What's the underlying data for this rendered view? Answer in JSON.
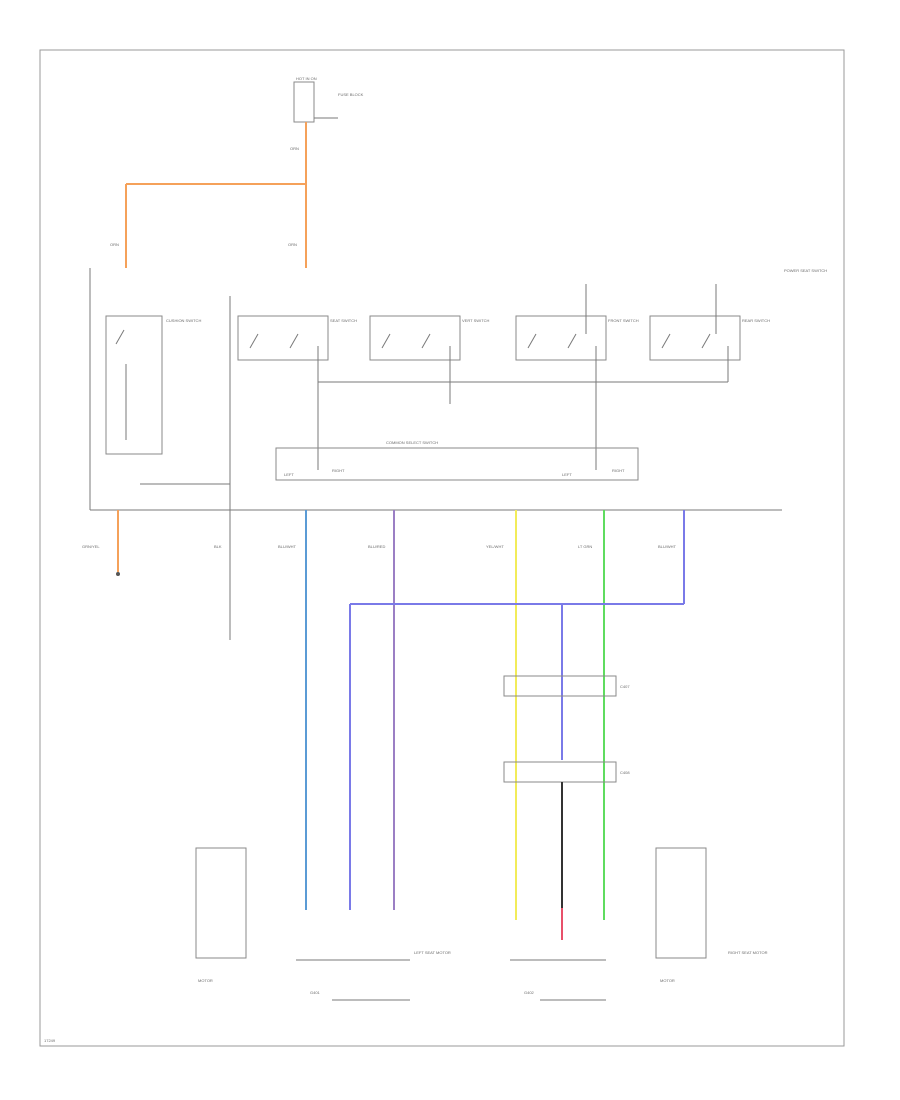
{
  "colors": {
    "orange": "#f5a15a",
    "blue": "#5b9bd5",
    "purple": "#9b7fc4",
    "yellow": "#f2ec5a",
    "green": "#5fdc5f",
    "periwinkle": "#7a7ae8",
    "black": "#333333",
    "pink": "#e8506a",
    "frame": "#9a9a9a"
  },
  "labels": {
    "fuse": "HOT IN ON",
    "fuse_block": "FUSE BLOCK",
    "wire_orn": "ORN",
    "power_seat_switch": "POWER SEAT SWITCH",
    "common_select": "COMMON SELECT SWITCH",
    "switch_1": "CUSHION SWITCH",
    "switch_2": "SEAT SWITCH",
    "switch_3": "VERT SWITCH",
    "switch_4": "FRONT SWITCH",
    "switch_5": "REAR SWITCH",
    "left": "LEFT",
    "right": "RIGHT",
    "wire_a": "GRN/YEL",
    "wire_b": "BLK",
    "wire_c": "BLU/WHT",
    "wire_d": "BLU/RED",
    "wire_e": "YEL/WHT",
    "wire_f": "LT GRN",
    "wire_g": "BLU/WHT",
    "ground_1": "G401",
    "ground_2": "G402",
    "conn_1": "C407",
    "conn_2": "C408",
    "motor_l": "MOTOR",
    "motor_r": "MOTOR",
    "left_motor": "LEFT SEAT MOTOR",
    "right_motor": "RIGHT SEAT MOTOR",
    "footer": "17249"
  }
}
